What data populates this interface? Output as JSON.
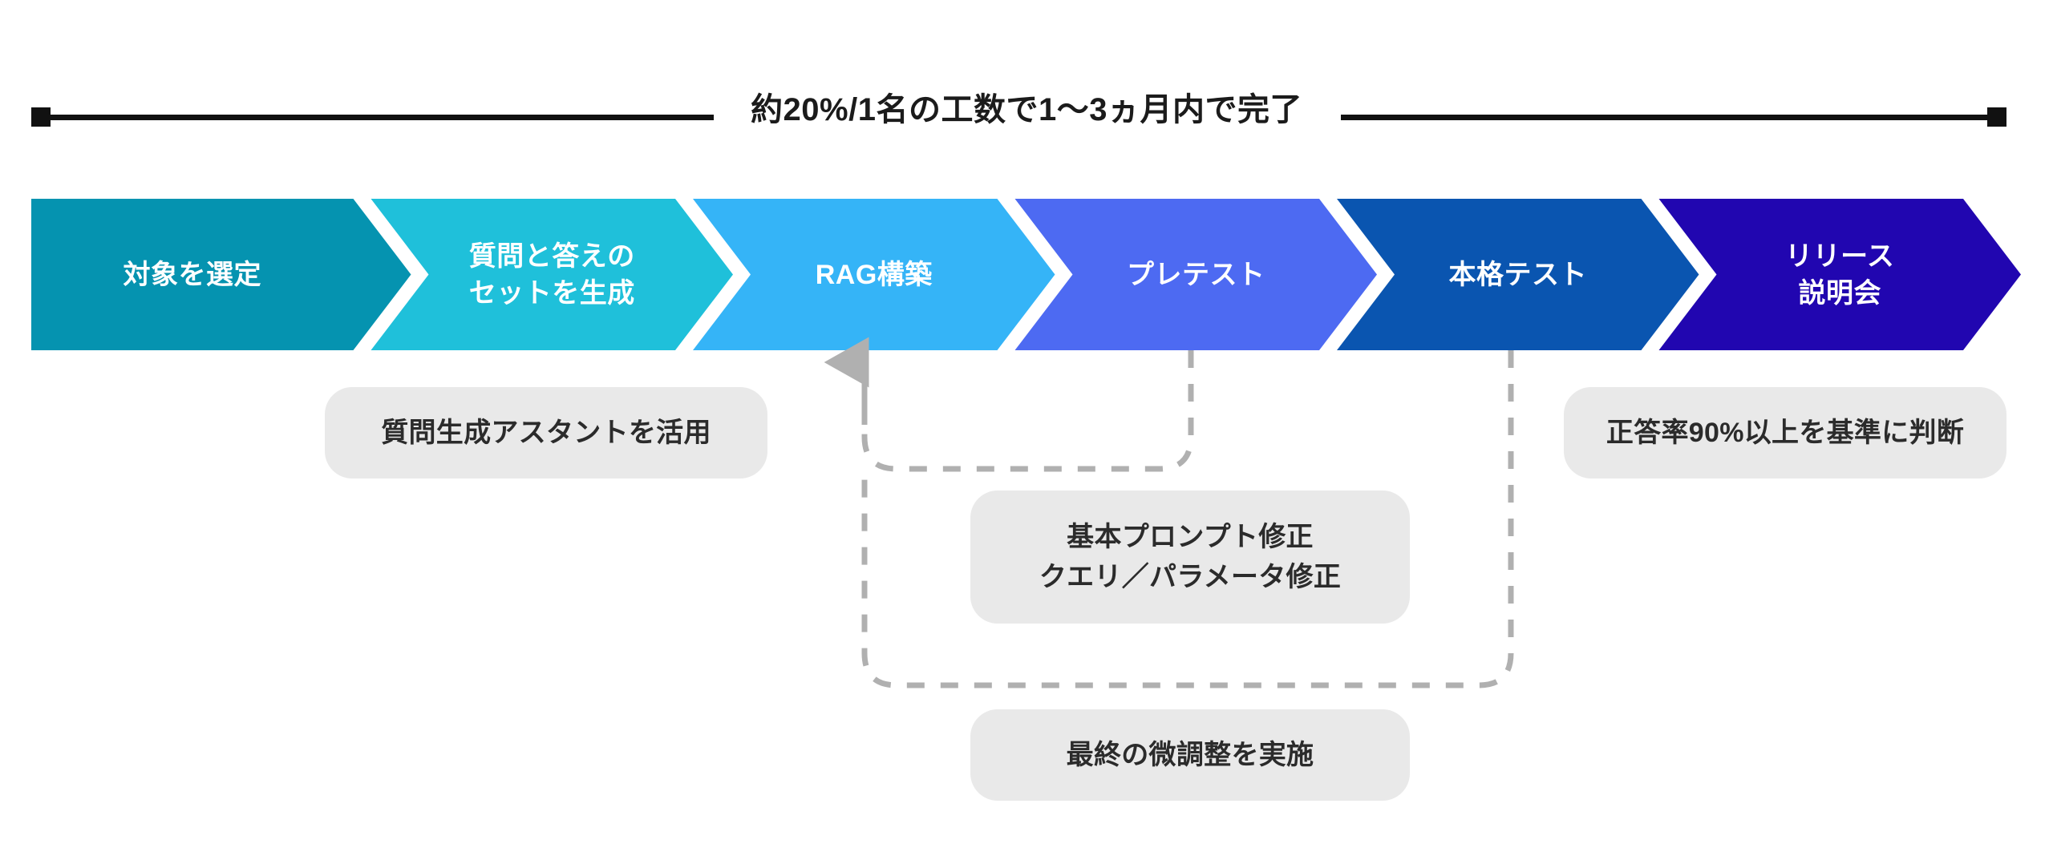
{
  "header": {
    "label": "約20%/1名の工数で1〜3ヵ月内で完了",
    "line_color": "#111111"
  },
  "process": {
    "steps": [
      {
        "label": "対象を選定",
        "color": "#0593b0"
      },
      {
        "label": "質問と答えの\nセットを生成",
        "color": "#1fc0da"
      },
      {
        "label": "RAG構築",
        "color": "#35b4f7"
      },
      {
        "label": "プレテスト",
        "color": "#4d6af2"
      },
      {
        "label": "本格テスト",
        "color": "#0a55b0"
      },
      {
        "label": "リリース\n説明会",
        "color": "#2106b0"
      }
    ]
  },
  "notes": [
    {
      "text": "質問生成アスタントを活用"
    },
    {
      "text": "基本プロンプト修正\nクエリ／パラメータ修正"
    },
    {
      "text": "最終の微調整を実施"
    },
    {
      "text": "正答率90%以上を基準に判断"
    }
  ],
  "feedback_loops": {
    "color": "#b0b0b0",
    "inner_from": "プレテスト",
    "inner_to": "RAG構築",
    "outer_from": "本格テスト",
    "outer_to": "RAG構築"
  }
}
